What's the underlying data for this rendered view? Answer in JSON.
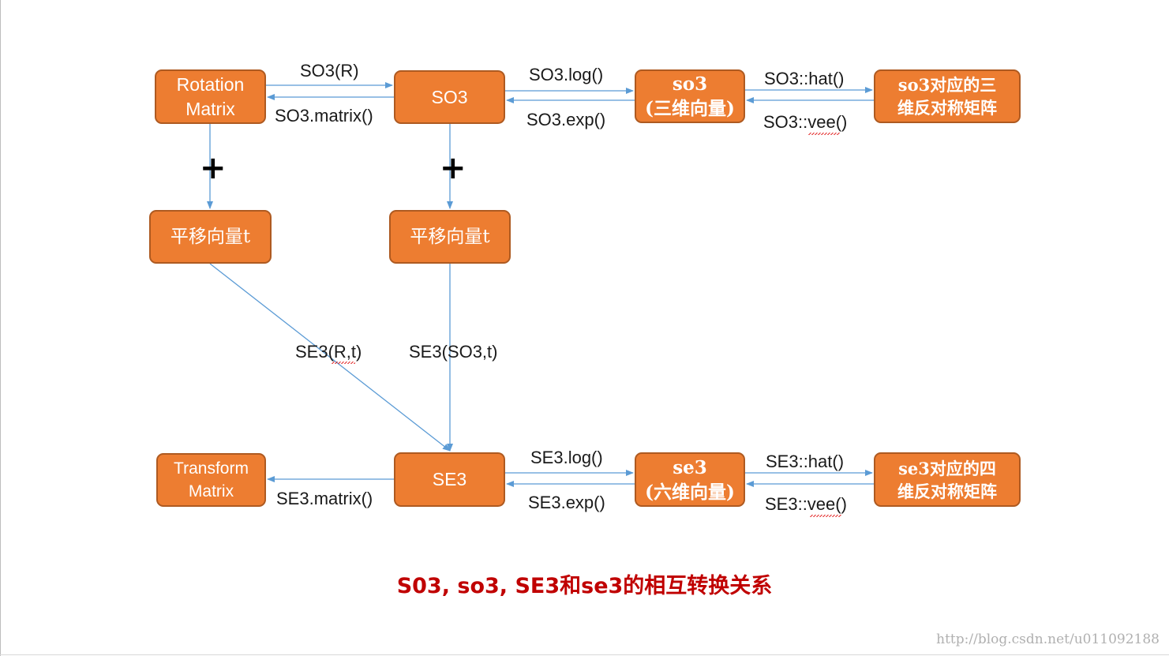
{
  "nodes": {
    "rotation_matrix": [
      "Rotation",
      "Matrix"
    ],
    "so3_group": [
      "SO3"
    ],
    "so3_algebra": [
      "so3",
      "(三维向量)"
    ],
    "so3_skew": [
      "so3对应的三",
      "维反对称矩阵"
    ],
    "translation_left": [
      "平移向量t"
    ],
    "translation_right": [
      "平移向量t"
    ],
    "transform_matrix": [
      "Transform",
      "Matrix"
    ],
    "se3_group": [
      "SE3"
    ],
    "se3_algebra": [
      "se3",
      "(六维向量)"
    ],
    "se3_skew": [
      "se3对应的四",
      "维反对称矩阵"
    ]
  },
  "edges": {
    "so3_from_matrix": "SO3(R)",
    "so3_to_matrix": "SO3.matrix()",
    "so3_log": "SO3.log()",
    "so3_exp": "SO3.exp()",
    "so3_hat": "SO3::hat()",
    "so3_vee": "SO3::vee()",
    "se3_from_rt": "SE3(R,t)",
    "se3_from_so3t": "SE3(SO3,t)",
    "se3_to_matrix": "SE3.matrix()",
    "se3_log": "SE3.log()",
    "se3_exp": "SE3.exp()",
    "se3_hat": "SE3::hat()",
    "se3_vee": "SE3::vee()"
  },
  "plus_sign": "+",
  "caption": "S03, so3, SE3和se3的相互转换关系",
  "watermark": "http://blog.csdn.net/u011092188",
  "colors": {
    "node_fill": "#ed7d31",
    "node_border": "#ae5a21",
    "edge": "#5b9bd5",
    "caption": "#c00000"
  }
}
